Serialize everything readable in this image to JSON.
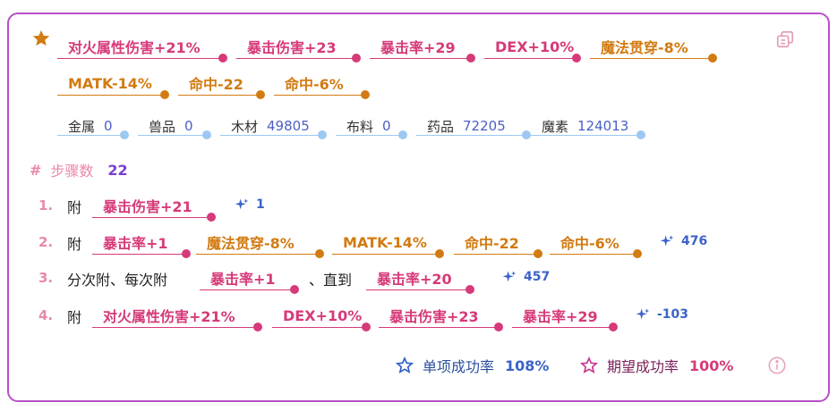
{
  "target_attrs": [
    "对火属性伤害+21%",
    "暴击伤害+23",
    "暴击率+29",
    "DEX+10%",
    "魔法贯穿-8%",
    "MATK-14%",
    "命中-22",
    "命中-6%"
  ],
  "materials": [
    {
      "name": "金属",
      "value": "0"
    },
    {
      "name": "兽品",
      "value": "0"
    },
    {
      "name": "木材",
      "value": "49805"
    },
    {
      "name": "布料",
      "value": "0"
    },
    {
      "name": "药品",
      "value": "72205"
    },
    {
      "name": "魔素",
      "value": "124013"
    }
  ],
  "steps": {
    "label": "步骤数",
    "count": "22",
    "items": [
      {
        "num": "1.",
        "action": "附",
        "tags": [
          "暴击伤害+21"
        ],
        "result": "1"
      },
      {
        "num": "2.",
        "action": "附",
        "tags": [
          "暴击率+1",
          "魔法贯穿-8%",
          "MATK-14%",
          "命中-22",
          "命中-6%"
        ],
        "result": "476"
      },
      {
        "num": "3.",
        "action": "分次附、每次附",
        "tags": [
          "暴击率+1",
          "暴击率+20"
        ],
        "connector": "、直到",
        "result": "457"
      },
      {
        "num": "4.",
        "action": "附",
        "tags": [
          "对火属性伤害+21%",
          "DEX+10%",
          "暴击伤害+23",
          "暴击率+29"
        ],
        "result": "-103"
      }
    ]
  },
  "footer": {
    "single_label": "单项成功率",
    "single_value": "108%",
    "expected_label": "期望成功率",
    "expected_value": "100%"
  },
  "colors": {
    "border": "#b94fc8",
    "positive": "#d63a79",
    "negative": "#d27b12",
    "material_line": "#9cc8f2",
    "result": "#3b62c9"
  }
}
